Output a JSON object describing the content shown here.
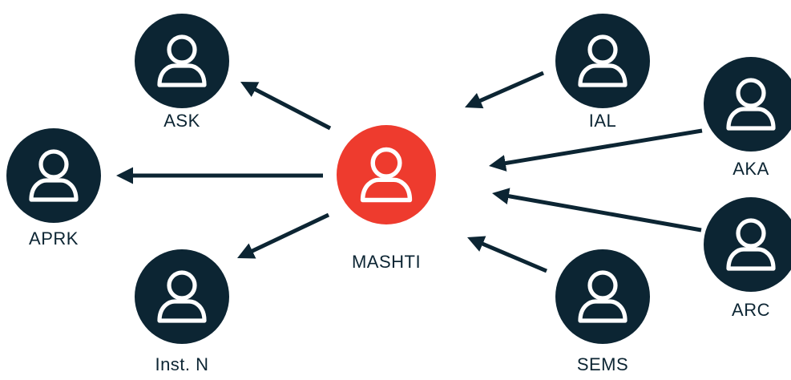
{
  "colors": {
    "node": "#0c2533",
    "center_node": "#ee3b2e",
    "icon": "#ffffff",
    "arrow": "#0c2533",
    "label": "#0c2533",
    "background": "#ffffff"
  },
  "icon": "person-icon",
  "center": {
    "id": "mashti",
    "label": "MASHTI"
  },
  "outgoing": [
    {
      "id": "ask",
      "label": "ASK"
    },
    {
      "id": "aprk",
      "label": "APRK"
    },
    {
      "id": "inst-n",
      "label": "Inst. N"
    }
  ],
  "incoming": [
    {
      "id": "ial",
      "label": "IAL"
    },
    {
      "id": "aka",
      "label": "AKA"
    },
    {
      "id": "arc",
      "label": "ARC"
    },
    {
      "id": "sems",
      "label": "SEMS"
    }
  ]
}
